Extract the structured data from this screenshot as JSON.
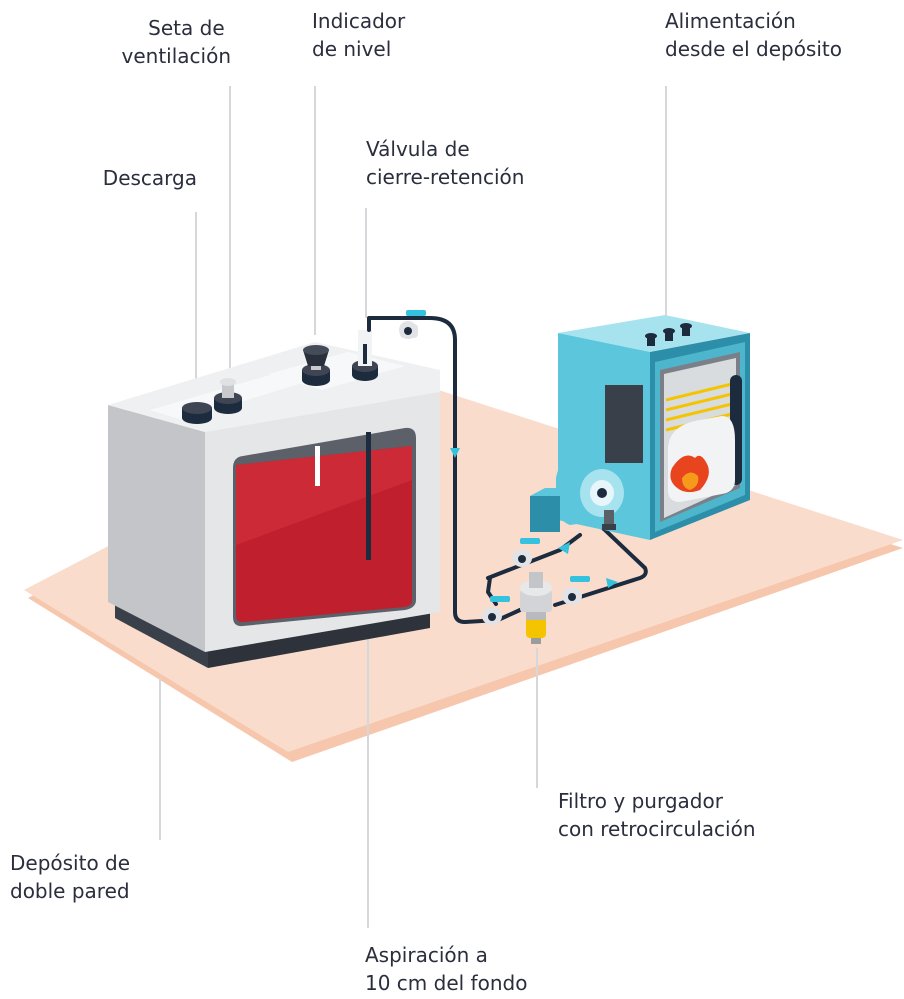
{
  "labels": {
    "descarga": [
      "Descarga"
    ],
    "seta": [
      "Seta de",
      "ventilación"
    ],
    "indicador": [
      "Indicador",
      "de nivel"
    ],
    "valvula": [
      "Válvula de",
      "cierre-retención"
    ],
    "alimentacion": [
      "Alimentación",
      "desde el depósito"
    ],
    "filtro": [
      "Filtro y purgador",
      "con retrocirculación"
    ],
    "deposito": [
      "Depósito de",
      "doble pared"
    ],
    "aspiracion": [
      "Aspiración a",
      "10 cm del fondo"
    ]
  },
  "colors": {
    "floor": "#f9dccb",
    "floor_edge": "#f6c7ad",
    "tank_body": "#e5e6e8",
    "tank_side": "#c3c5c8",
    "tank_fuel": "#c0202e",
    "tank_fuel_light": "#cc2a36",
    "tank_base": "#3a404a",
    "boiler": "#5bc6dc",
    "boiler_dark": "#2c8ea8",
    "boiler_top": "#a7e3ef",
    "pipe": "#1d2b3e",
    "accent": "#35c2de",
    "leader": "#d5d7da",
    "text": "#2a2e3d"
  }
}
